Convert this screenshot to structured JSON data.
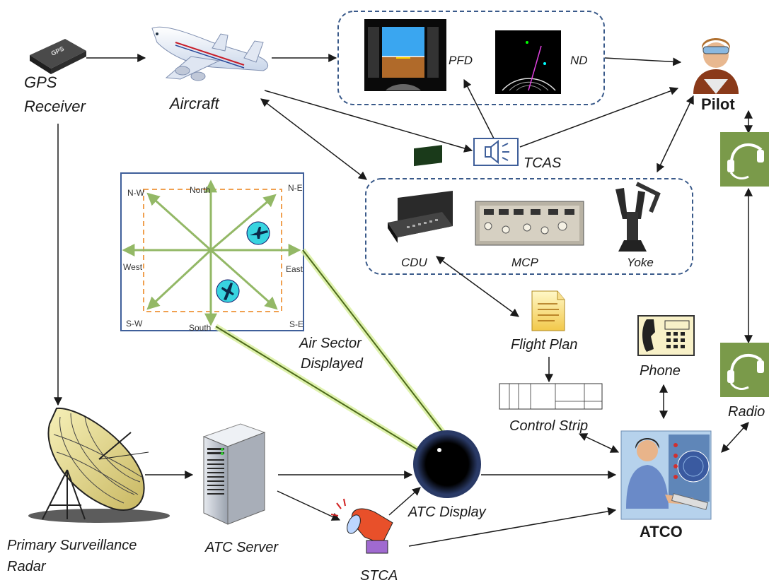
{
  "labels": {
    "gps": "GPS Receiver",
    "gps_line1": "GPS",
    "gps_line2": "Receiver",
    "aircraft": "Aircraft",
    "pfd": "PFD",
    "nd": "ND",
    "pilot": "Pilot",
    "tcas": "TCAS",
    "cdu": "CDU",
    "mcp": "MCP",
    "yoke": "Yoke",
    "flight_plan": "Flight Plan",
    "control_strip": "Control Strip",
    "phone": "Phone",
    "radio": "Radio",
    "air_sector_line1": "Air Sector",
    "air_sector_line2": "Displayed",
    "atc_display": "ATC Display",
    "atco": "ATCO",
    "atc_server": "ATC Server",
    "stca": "STCA",
    "psr_line1": "Primary Surveillance",
    "psr_line2": "Radar"
  },
  "sector_directions": {
    "north": "North",
    "south": "South",
    "east": "East",
    "west": "West",
    "ne": "N-E",
    "nw": "N-W",
    "se": "S-E",
    "sw": "S-W"
  },
  "gps_device_text": "GPS",
  "colors": {
    "dashed_group_border": "#3a5a8a",
    "sector_box_border": "#3f5f9a",
    "sector_dashed_orange": "#f0a050",
    "compass_arrows": "#93b866",
    "highlight_lines": "#6e8a2a",
    "radio_icon_bg": "#7a9a4a",
    "arrow": "#1a1a1a"
  }
}
